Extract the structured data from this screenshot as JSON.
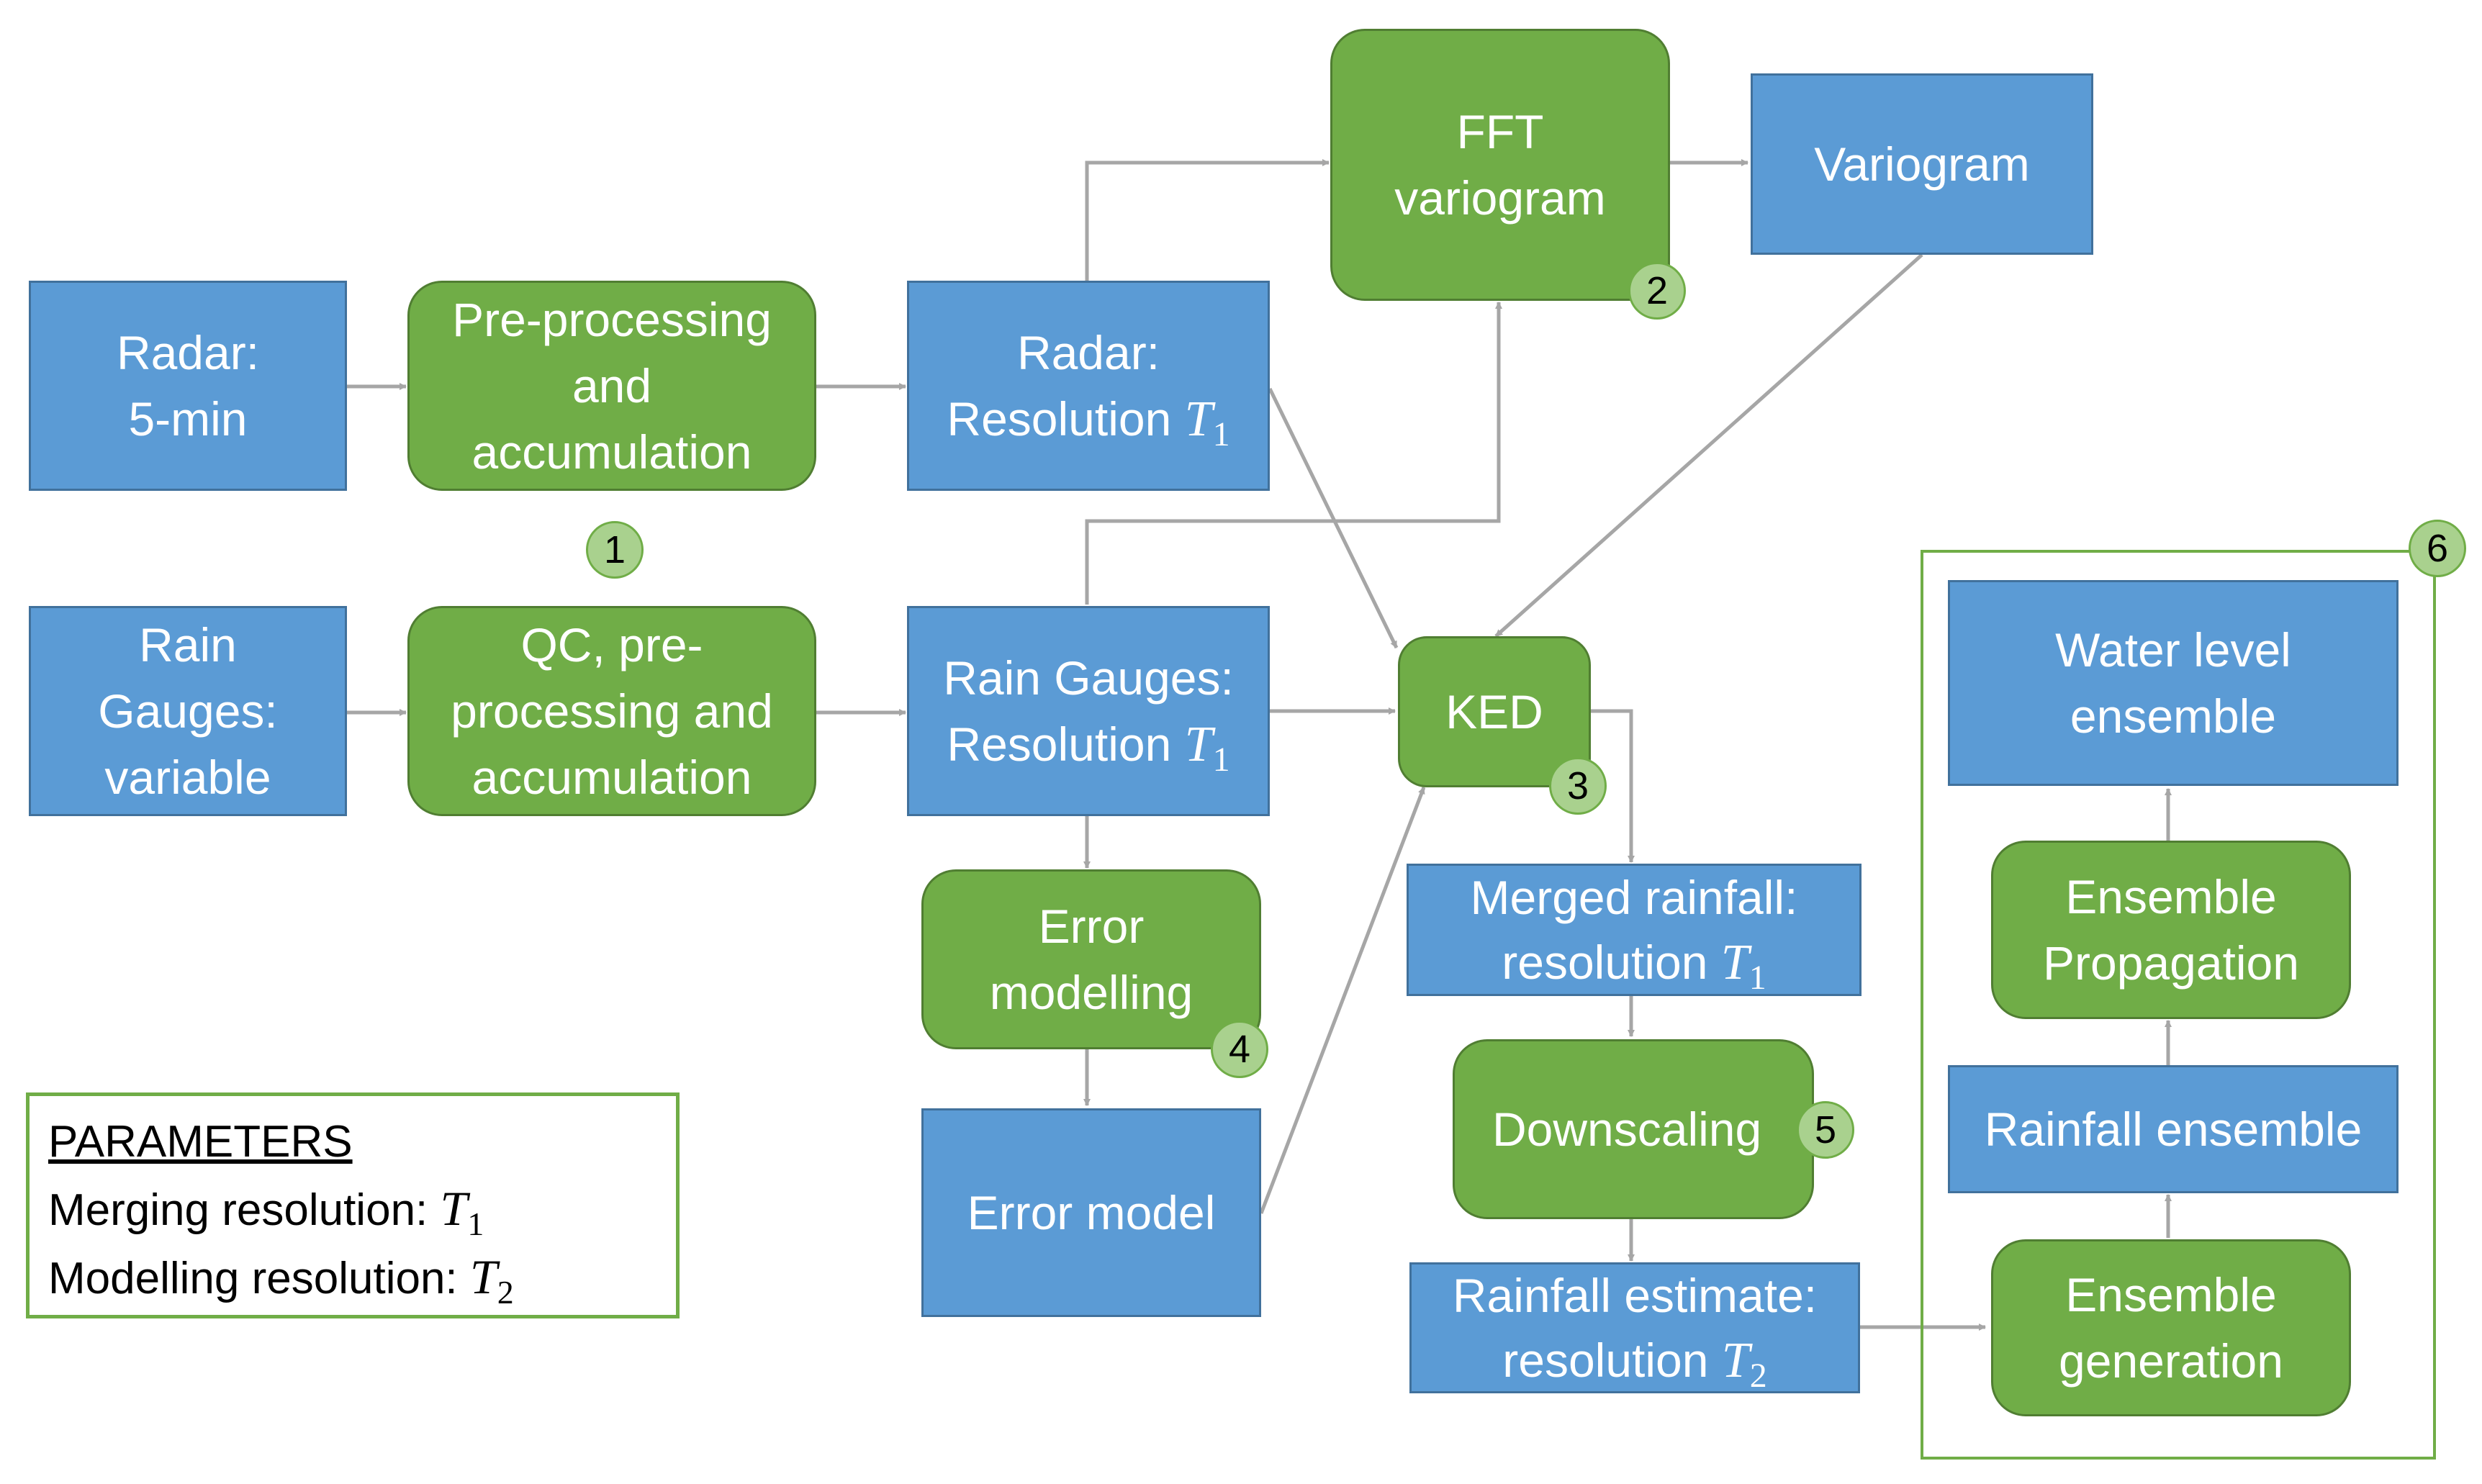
{
  "nodes": {
    "radar_5min": [
      "Radar:",
      "5-min"
    ],
    "preprocessing": [
      "Pre-processing",
      "and",
      "accumulation"
    ],
    "radar_res": {
      "line1": "Radar:",
      "line2": "Resolution",
      "var": "T",
      "sub": "1"
    },
    "fft": [
      "FFT",
      "variogram"
    ],
    "variogram": "Variogram",
    "gauges_variable": [
      "Rain",
      "Gauges:",
      "variable"
    ],
    "qc": [
      "QC, pre-",
      "processing and",
      "accumulation"
    ],
    "gauges_res": {
      "line1": "Rain Gauges:",
      "line2": "Resolution",
      "var": "T",
      "sub": "1"
    },
    "ked": "KED",
    "error_modelling": [
      "Error",
      "modelling"
    ],
    "error_model": "Error model",
    "merged": {
      "line1": "Merged rainfall:",
      "line2": "resolution",
      "var": "T",
      "sub": "1"
    },
    "downscaling": "Downscaling",
    "estimate": {
      "line1": "Rainfall estimate:",
      "line2": "resolution",
      "var": "T",
      "sub": "2"
    },
    "water_level": [
      "Water level",
      "ensemble"
    ],
    "ens_prop": [
      "Ensemble",
      "Propagation"
    ],
    "rain_ens": "Rainfall ensemble",
    "ens_gen": [
      "Ensemble",
      "generation"
    ]
  },
  "badges": [
    "1",
    "2",
    "3",
    "4",
    "5",
    "6"
  ],
  "parameters": {
    "header": "PARAMETERS",
    "merging_label": "Merging resolution:",
    "merging_var": "T",
    "merging_sub": "1",
    "modelling_label": "Modelling resolution:",
    "modelling_var": "T",
    "modelling_sub": "2"
  },
  "colors": {
    "data_box": "#5b9bd5",
    "process_box": "#70ad47",
    "badge": "#a9d18e",
    "arrow": "#a6a6a6"
  }
}
